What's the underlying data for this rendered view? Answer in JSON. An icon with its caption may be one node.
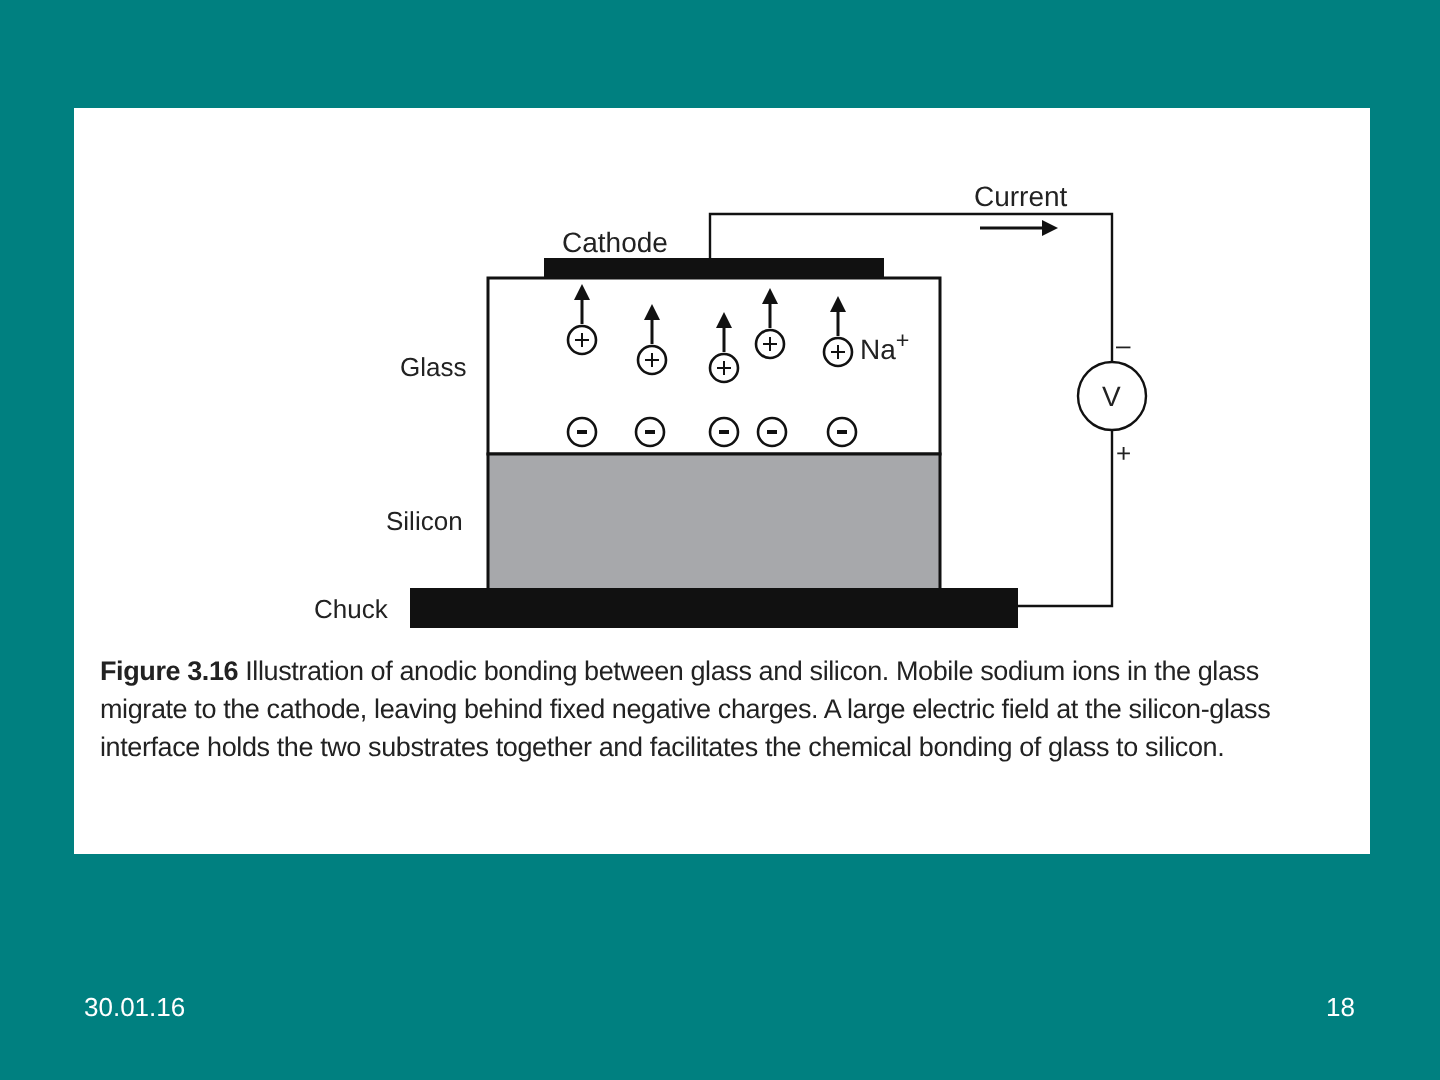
{
  "diagram": {
    "caption": "**Figure 3.16** Illustration of anodic bonding between glass and silicon. Mobile sodium ions in the glass migrate to the cathode, leaving behind fixed negative charges. A large electric field at the silicon-glass interface holds the two substrates together and facilitates the chemical bonding of glass to silicon.",
    "labels": [
      "Current",
      "Cathode",
      "Glass",
      "Na$^{+}$",
      "–",
      "V",
      "+",
      "Silicon",
      "Chuck",
      "30.01.16",
      "18"
    ]
  }
}
